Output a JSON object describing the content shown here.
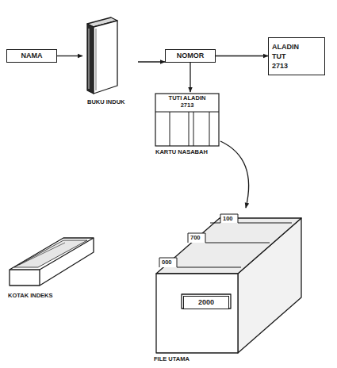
{
  "diagram": {
    "nodes": [
      {
        "text": [
          "NAMA"
        ]
      },
      {
        "text": [
          "BUKU INDUK"
        ]
      },
      {
        "text": [
          "NOMOR"
        ]
      },
      {
        "text": [
          "ALADIN TUT 2713"
        ]
      },
      {
        "text": [
          "TUTI ALADIN 2713",
          "KARTU NASABAH"
        ]
      },
      {
        "text": [
          "KOTAK INDEKS"
        ]
      },
      {
        "text": [
          "FILE UTAMA"
        ]
      },
      {
        "text": [
          "2000"
        ],
        "in": 6
      }
    ],
    "edges": [
      {
        "from": 0,
        "to": 1,
        "arrow": "to"
      },
      {
        "from": 1,
        "to": 2,
        "arrow": "to"
      },
      {
        "from": 2,
        "to": 3,
        "arrow": "to"
      },
      {
        "from": 2,
        "to": 4,
        "arrow": "to"
      },
      {
        "from": 4,
        "to": 6,
        "arrow": "to"
      }
    ],
    "labels": [
      "100",
      "700",
      "000"
    ]
  }
}
